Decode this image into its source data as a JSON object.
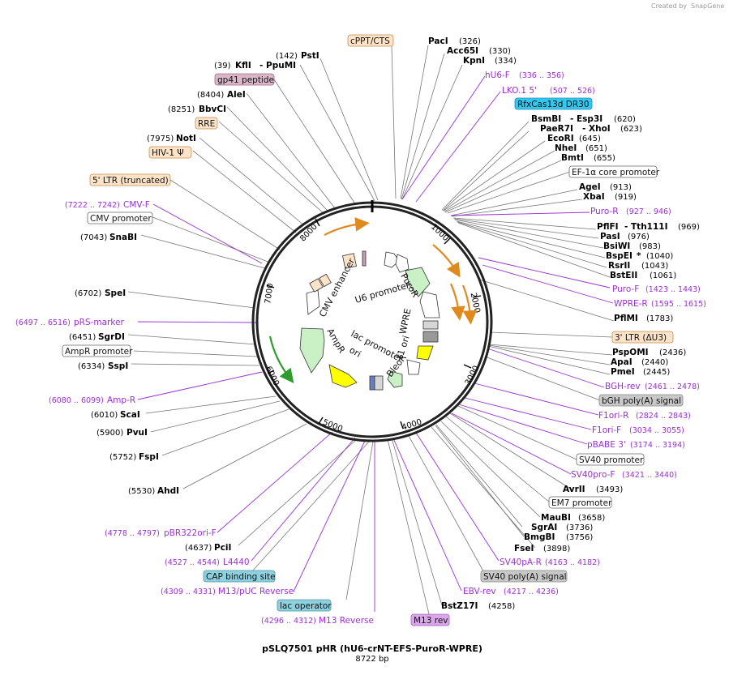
{
  "brand": {
    "created_by": "Created by",
    "name": "SnapGene"
  },
  "title": "pSLQ7501 pHR (hU6-crNT-EFS-PuroR-WPRE)",
  "length": "8722 bp",
  "colors": {
    "purple": "#9a2fd6",
    "orange": "#fde3c7",
    "gray": "#c8c8c8",
    "cyan": "#33c6ee",
    "teal": "#8fd0df",
    "violet": "#d9a6ea",
    "mauve": "#d9b6c8"
  },
  "ticks": [
    "1000",
    "2000",
    "3000",
    "4000",
    "5000",
    "6000",
    "7000",
    "8000"
  ],
  "inner_labels": {
    "cmv_enhancer": "CMV enhancer",
    "u6_promoter": "U6 promoter",
    "puror": "PuroR",
    "wpre": "WPRE",
    "f1_ori": "f1 ori",
    "bleor": "BleoR",
    "lac_promoter": "lac promoter",
    "ori": "ori",
    "ampr": "AmpR"
  },
  "labels": {
    "ppumi_pos": "(39)",
    "kfli": "KflI",
    "ppumi": "- PpuMI",
    "psti_pos": "(142)",
    "psti": "PstI",
    "cppt": "cPPT/CTS",
    "paci": "PacI",
    "paci_pos": "(326)",
    "acc65i": "Acc65I",
    "acc65i_pos": "(330)",
    "kpni": "KpnI",
    "kpni_pos": "(334)",
    "hu6f": "hU6-F",
    "hu6f_pos": "(336 .. 356)",
    "lko": "LKO.1 5'",
    "lko_pos": "(507 .. 526)",
    "rfx": "RfxCas13d DR30",
    "bsmbi": "BsmBI",
    "esp3i": "- Esp3I",
    "bsmbi_pos": "(620)",
    "paer7i": "PaeR7I",
    "xhoi": "- XhoI",
    "paer7i_pos": "(623)",
    "ecori": "EcoRI",
    "ecori_pos": "(645)",
    "nhei": "NheI",
    "nhei_pos": "(651)",
    "bmti": "BmtI",
    "bmti_pos": "(655)",
    "ef1a": "EF-1α core promoter",
    "agei": "AgeI",
    "agei_pos": "(913)",
    "xbai": "XbaI",
    "xbai_pos": "(919)",
    "puror_primer": "Puro-R",
    "puror_pos": "(927 .. 946)",
    "pflfi": "PflFI",
    "tth": "- Tth111I",
    "pflfi_pos": "(969)",
    "pasi": "PasI",
    "pasi_pos": "(976)",
    "bsiwi": "BsiWI",
    "bsiwi_pos": "(983)",
    "bspei": "BspEI",
    "bspei_star": "*",
    "bspei_pos": "(1040)",
    "rsrii": "RsrII",
    "rsrii_pos": "(1043)",
    "bsteii": "BstEII",
    "bsteii_pos": "(1061)",
    "purof": "Puro-F",
    "purof_pos": "(1423 .. 1443)",
    "wprer": "WPRE-R",
    "wprer_pos": "(1595 .. 1615)",
    "pflmi": "PflMI",
    "pflmi_pos": "(1783)",
    "ltr3": "3' LTR (ΔU3)",
    "pspomi": "PspOMI",
    "pspomi_pos": "(2436)",
    "apai": "ApaI",
    "apai_pos": "(2440)",
    "pmei": "PmeI",
    "pmei_pos": "(2445)",
    "bghrev": "BGH-rev",
    "bghrev_pos": "(2461 .. 2478)",
    "bghpa": "bGH poly(A) signal",
    "f1orir": "F1ori-R",
    "f1orir_pos": "(2824 .. 2843)",
    "f1orif": "F1ori-F",
    "f1orif_pos": "(3034 .. 3055)",
    "pbabe": "pBABE 3'",
    "pbabe_pos": "(3174 .. 3194)",
    "sv40p": "SV40 promoter",
    "sv40prof": "SV40pro-F",
    "sv40prof_pos": "(3421 .. 3440)",
    "avrii": "AvrII",
    "avrii_pos": "(3493)",
    "em7": "EM7 promoter",
    "maubi": "MauBI",
    "maubi_pos": "(3658)",
    "sgrai": "SgrAI",
    "sgrai_pos": "(3736)",
    "bmgbi": "BmgBI",
    "bmgbi_pos": "(3756)",
    "fsei": "FseI",
    "fsei_pos": "(3898)",
    "sv40par": "SV40pA-R",
    "sv40par_pos": "(4163 .. 4182)",
    "sv40pa": "SV40 poly(A) signal",
    "ebvrev": "EBV-rev",
    "ebvrev_pos": "(4217 .. 4236)",
    "bstz17i": "BstZ17I",
    "bstz17i_pos": "(4258)",
    "m13rev": "M13 rev",
    "m13r_pos": "(4296 .. 4312)",
    "m13r": "M13 Reverse",
    "lacop": "lac operator",
    "m13puc_pos": "(4309 .. 4331)",
    "m13puc": "M13/pUC Reverse",
    "cap": "CAP binding site",
    "l4440_pos": "(4527 .. 4544)",
    "l4440": "L4440",
    "pcii_pos": "(4637)",
    "pcii": "PciI",
    "pbr_pos": "(4778 .. 4797)",
    "pbr": "pBR322ori-F",
    "ahdi_pos": "(5530)",
    "ahdi": "AhdI",
    "fspi_pos": "(5752)",
    "fspi": "FspI",
    "pvui_pos": "(5900)",
    "pvui": "PvuI",
    "scai_pos": "(6010)",
    "scai": "ScaI",
    "ampr_pos": "(6080 .. 6099)",
    "ampr_primer": "Amp-R",
    "sspi_pos": "(6334)",
    "sspi": "SspI",
    "amprprom": "AmpR promoter",
    "sgrdi_pos": "(6451)",
    "sgrdi": "SgrDI",
    "prs_pos": "(6497 .. 6516)",
    "prs": "pRS-marker",
    "spei_pos": "(6702)",
    "spei": "SpeI",
    "snabi_pos": "(7043)",
    "snabi": "SnaBI",
    "cmvprom": "CMV promoter",
    "cmvf_pos": "(7222 .. 7242)",
    "cmvf": "CMV-F",
    "ltr5": "5' LTR (truncated)",
    "hiv": "HIV-1 Ψ",
    "noti_pos": "(7975)",
    "noti": "NotI",
    "rre": "RRE",
    "bbvci_pos": "(8251)",
    "bbvci": "BbvCI",
    "alei_pos": "(8404)",
    "alei": "AleI",
    "gp41": "gp41 peptide"
  }
}
